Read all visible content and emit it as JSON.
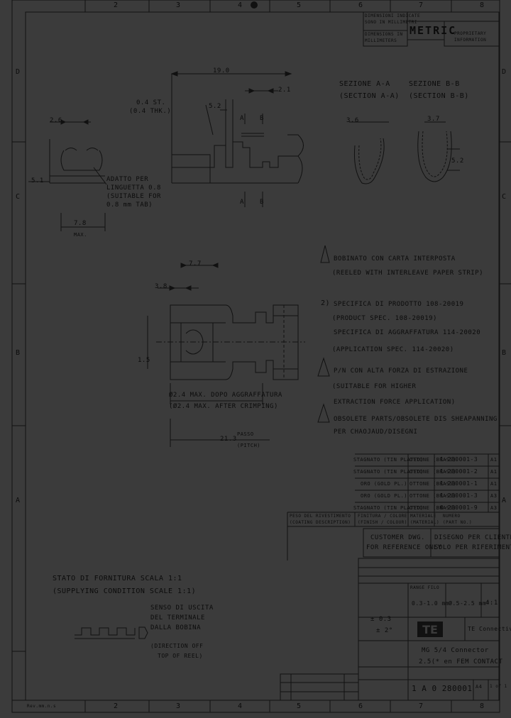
{
  "zones": {
    "top": [
      "2",
      "3",
      "4",
      "5",
      "6",
      "7",
      "8"
    ],
    "bottom": [
      "2",
      "3",
      "4",
      "5",
      "6",
      "7",
      "8"
    ],
    "left": [
      "D",
      "C",
      "B",
      "A"
    ],
    "right": [
      "D",
      "C",
      "B",
      "A"
    ]
  },
  "header": {
    "unit_box_line1": "DIMENSIONI INDICATE",
    "unit_box_line2": "SONO IN MILLIMETRI",
    "unit_box_line3": "DIMENSIONS IN",
    "unit_box_line4": "MILLIMETERS",
    "metric": "METRIC",
    "proprietary1": "PROPRIETARY",
    "proprietary2": "INFORMATION"
  },
  "dims": {
    "d19": "19.0",
    "d04st": "0.4 ST.",
    "d04st_en": "(0.4 THK.)",
    "d21": "2.1",
    "d52": "5.2",
    "d26": "2.6",
    "d51": "5.1",
    "d78": "7.8",
    "max": "MAX.",
    "d77": "7.7",
    "d38": "3.8",
    "d15": "1.5",
    "d213": "21.3",
    "passo": "PASSO",
    "pitch": "(PITCH)",
    "d36": "3.6",
    "d37": "3.7",
    "d52b": "5.2",
    "a": "A",
    "b": "B",
    "crimp_it": "Ø2.4 MAX. DOPO AGGRAFFATURA",
    "crimp_en": "(Ø2.4 MAX. AFTER CRIMPING)"
  },
  "adatto": {
    "l1": "ADATTO PER",
    "l2": "LINGUETTA 0.8",
    "l3": "(SUITABLE FOR",
    "l4": "0.8 mm TAB)"
  },
  "sections": {
    "a_it": "SEZIONE A-A",
    "a_en": "(SECTION A-A)",
    "b_it": "SEZIONE B-B",
    "b_en": "(SECTION B-B)"
  },
  "notes": {
    "n1_it": "BOBINATO CON CARTA INTERPOSTA",
    "n1_en": "(REELED WITH INTERLEAVE PAPER STRIP)",
    "n2_num": "2)",
    "n2_a": "SPECIFICA DI PRODOTTO 108-20019",
    "n2_b": "(PRODUCT SPEC. 108-20019)",
    "n2_c": "SPECIFICA DI AGGRAFFATURA 114-20020",
    "n2_d": "(APPLICATION SPEC. 114-20020)",
    "n3_a": "P/N CON ALTA FORZA DI ESTRAZIONE",
    "n3_b": "(SUITABLE FOR HIGHER",
    "n3_c": "EXTRACTION FORCE APPLICATION)",
    "n4_a": "OBSOLETE PARTS/OBSOLETE DIS SHEAPANNING",
    "n4_b": "PER CHAOJAUD/DISEGNI"
  },
  "parts": [
    {
      "tin": "STAGNATO (TIN PLATED)",
      "mat": "OTTONE (BRASS)",
      "pn": "1-280001-3",
      "rev": "A1"
    },
    {
      "tin": "STAGNATO (TIN PLATED)",
      "mat": "OTTONE (BRASS)",
      "pn": "1-280001-2",
      "rev": "A1"
    },
    {
      "tin": "ORO (GOLD PL.)",
      "mat": "OTTONE (BRASS)",
      "pn": "1-280001-1",
      "rev": "A1"
    },
    {
      "tin": "ORO (GOLD PL.)",
      "mat": "OTTONE (BRASS)",
      "pn": "1-280001-3",
      "rev": "A3"
    },
    {
      "tin": "STAGNATO (TIN PLATED)",
      "mat": "OTTONE (BRASS)",
      "pn": "0-280001-9",
      "rev": "A3"
    }
  ],
  "part_headers": {
    "finish": "FINITURA / COLORE",
    "finish_en": "(FINISH / COLOUR)",
    "material": "MATERIALE",
    "material_en": "(MATERIAL)",
    "number": "NUMERO",
    "number_en": "(PART NO.)",
    "left1": "PESO DEL RIVESTIMENTO",
    "left2": "(COATING DESCRIPTION)"
  },
  "customer": {
    "en1": "CUSTOMER DWG.",
    "en2": "FOR REFERENCE ONLY",
    "it1": "DISEGNO PER CLIENTE",
    "it2": "SOLO PER RIFERIMENTO"
  },
  "supply": {
    "it": "STATO DI FORNITURA  SCALA 1:1",
    "en": "(SUPPLYING CONDITION  SCALE 1:1)",
    "dir_it1": "SENSO DI USCITA",
    "dir_it2": "DEL TERMINALE",
    "dir_it3": "DALLA BOBINA",
    "dir_en1": "(DIRECTION OFF",
    "dir_en2": "TOP OF REEL)"
  },
  "titleblock": {
    "size_label": "RANGE FILO",
    "range1": "0.3-1.0 mm²",
    "range2": "0.5-2.5 mm²",
    "scale": "4:1",
    "tol1": "± 0.3",
    "tol2": "± 2°",
    "company": "TE Connectivity",
    "desc1": "MG 5/4 Connector",
    "desc2": "2.5(* en FEM CONTACT",
    "dwg_no": "1 A 0 280001",
    "size": "A4",
    "sheet": "1 of 1",
    "te_logo": "TE"
  },
  "foot_left": "Rev.mm.n.s"
}
